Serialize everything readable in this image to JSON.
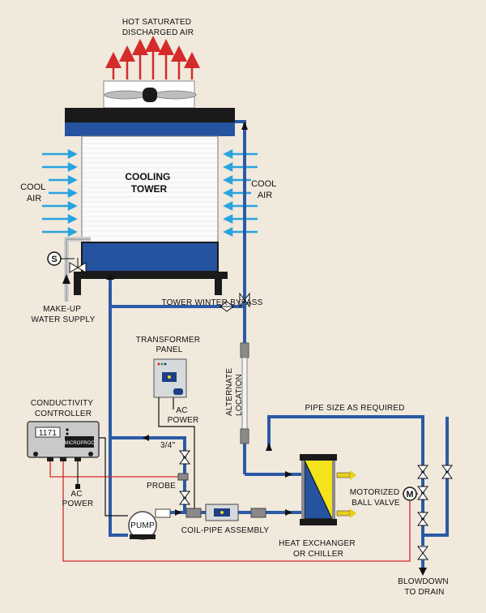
{
  "labels": {
    "hot_air": [
      "HOT SATURATED",
      "DISCHARGED AIR"
    ],
    "cooling_tower": [
      "COOLING",
      "TOWER"
    ],
    "cool_air_left": [
      "COOL",
      "AIR"
    ],
    "cool_air_right": [
      "COOL",
      "AIR"
    ],
    "makeup_water": [
      "MAKE-UP",
      "WATER SUPPLY"
    ],
    "tower_winter_bypass": "TOWER WINTER BYPASS",
    "transformer_panel": [
      "TRANSFORMER",
      "PANEL"
    ],
    "ac_power_transformer": [
      "AC",
      "POWER"
    ],
    "alternate_location": [
      "ALTERNATE",
      "LOCATION"
    ],
    "conductivity_controller": [
      "CONDUCTIVITY",
      "CONTROLLER"
    ],
    "controller_display": "1171",
    "controller_brand": "MICROPROC",
    "pipe_size": "PIPE SIZE AS REQUIRED",
    "three_quarter": "3/4\"",
    "probe": "PROBE",
    "ac_power_controller": [
      "AC",
      "POWER"
    ],
    "pump": "PUMP",
    "coil_pipe_assembly": "COIL-PIPE ASSEMBLY",
    "heat_exchanger": [
      "HEAT EXCHANGER",
      "OR CHILLER"
    ],
    "motorized_ball_valve": [
      "MOTORIZED",
      "BALL VALVE"
    ],
    "solenoid_symbol": "S",
    "motor_symbol": "M",
    "blowdown": [
      "BLOWDOWN",
      "TO DRAIN"
    ]
  },
  "colors": {
    "background": "#f0e9dc",
    "water_pipe": "#2b5aa6",
    "tower_basin": "#2553a0",
    "hot_air_arrow": "#d52a2a",
    "cool_air_arrow": "#29a3e0",
    "signal_line": "#d22a2a",
    "wire": "#111111",
    "heat_exchanger_yellow": "#f4e21a",
    "outlet_yellow": "#e8cf1a",
    "makeup_pipe": "#cfcfcf"
  }
}
